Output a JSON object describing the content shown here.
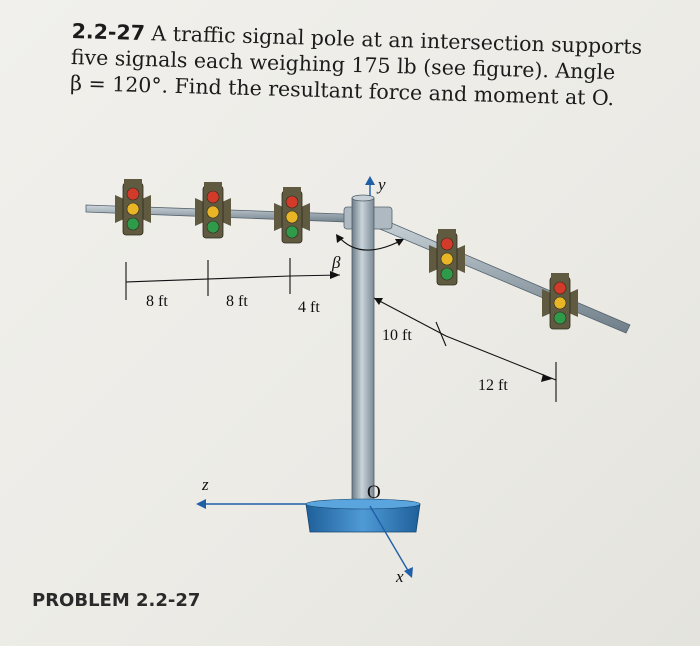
{
  "problem": {
    "number": "2.2-27",
    "line1": "A traffic signal pole at an intersection supports",
    "line2": "five signals each weighing 175 lb (see figure). Angle",
    "line3": "β = 120°. Find the resultant force and moment at O."
  },
  "figure": {
    "dimensions": [
      "8 ft",
      "8 ft",
      "4 ft",
      "10 ft",
      "12 ft"
    ],
    "angle_label": "β",
    "origin_label": "O",
    "axis_x": "x",
    "axis_y": "y",
    "axis_z": "z"
  },
  "caption": "PROBLEM 2.2-27",
  "colors": {
    "pole": "#8a9aa6",
    "base": "#2f7fc4",
    "signal_housing": "#5f5a40",
    "red": "#d23a2a",
    "yellow": "#e8b526",
    "green": "#2f9a4a"
  }
}
